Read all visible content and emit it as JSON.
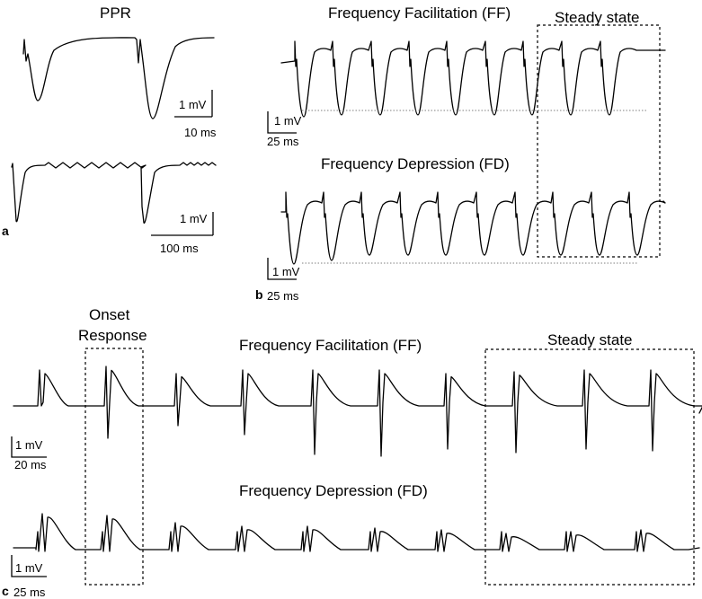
{
  "panel_a": {
    "label": "a",
    "title": "PPR",
    "top_scale": {
      "y": "1 mV",
      "x": "10 ms"
    },
    "bottom_scale": {
      "y": "1 mV",
      "x": "100 ms"
    }
  },
  "panel_b": {
    "label": "b",
    "ff_title": "Frequency Facilitation (FF)",
    "fd_title": "Frequency Depression (FD)",
    "steady_label": "Steady state",
    "ff_scale": {
      "y": "1 mV",
      "x": "25 ms"
    },
    "fd_scale": {
      "y": "1 mV",
      "x": "25 ms"
    }
  },
  "panel_c": {
    "label": "c",
    "onset_label_1": "Onset",
    "onset_label_2": "Response",
    "ff_title": "Frequency Facilitation (FF)",
    "fd_title": "Frequency Depression (FD)",
    "steady_label": "Steady state",
    "ff_scale": {
      "y": "1 mV",
      "x": "20 ms"
    },
    "fd_scale": {
      "y": "1 mV",
      "x": "25 ms"
    }
  }
}
